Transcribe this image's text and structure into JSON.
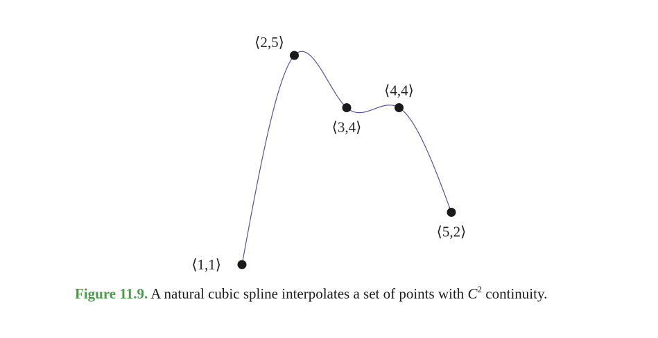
{
  "figure": {
    "points": [
      {
        "x": 1,
        "y": 1,
        "label": "⟨1,1⟩",
        "label_pos": "left"
      },
      {
        "x": 2,
        "y": 5,
        "label": "⟨2,5⟩",
        "label_pos": "above-left"
      },
      {
        "x": 3,
        "y": 4,
        "label": "⟨3,4⟩",
        "label_pos": "below"
      },
      {
        "x": 4,
        "y": 4,
        "label": "⟨4,4⟩",
        "label_pos": "above"
      },
      {
        "x": 5,
        "y": 2,
        "label": "⟨5,2⟩",
        "label_pos": "below"
      }
    ],
    "curve": "natural cubic spline",
    "curve_color": "#5b4e9e",
    "point_color": "#1a1a1a"
  },
  "caption": {
    "figure_number": "Figure 11.9.",
    "text_before": " A natural cubic spline interpolates a set of points with ",
    "variable": "C",
    "superscript": "2",
    "text_after": " continuity.",
    "number_color": "#4a9a4a"
  }
}
